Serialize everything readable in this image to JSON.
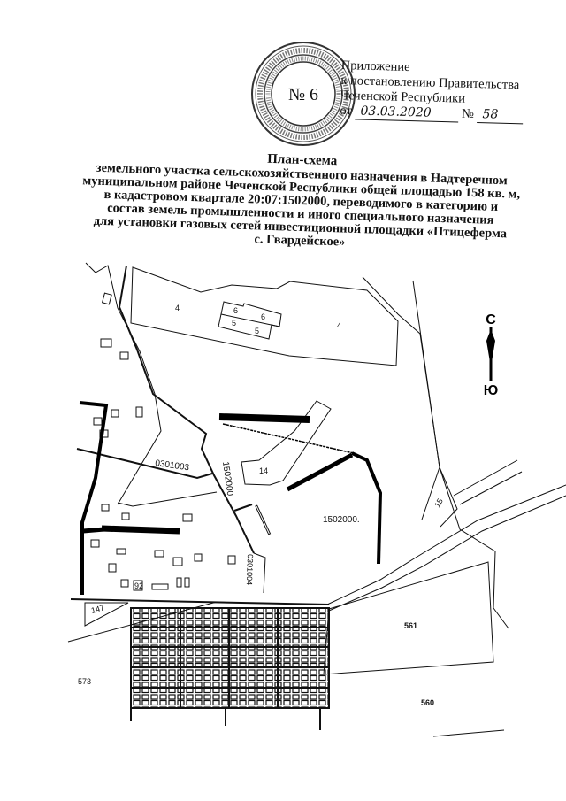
{
  "stamp": {
    "number": "№ 6"
  },
  "appendix": {
    "line1": "Приложение",
    "line2": "к постановлению Правительства",
    "line3": "Чеченской Республики",
    "date_prefix": "от",
    "date": "03.03.2020",
    "number_prefix": "№",
    "number": "58"
  },
  "title": {
    "heading": "План-схема",
    "lines": [
      "земельного участка сельскохозяйственного назначения в Надтеречном",
      "муниципальном районе Чеченской Республики общей площадью 158 кв. м,",
      "в кадастровом квартале 20:07:1502000, переводимого в категорию и",
      "состав земель промышленности и иного специального назначения",
      "для установки газовых сетей инвестиционной площадки «Птицеферма",
      "с. Гвардейское»"
    ]
  },
  "map": {
    "compass": {
      "north": "С",
      "south": "Ю"
    },
    "labels": {
      "parcel_4a": "4",
      "parcel_4b": "4",
      "parcel_6a": "6",
      "parcel_6b": "6",
      "parcel_5a": "5",
      "parcel_5b": "5",
      "parcel_14": "14",
      "parcel_15": "15",
      "quarter_0301003": "0301003",
      "quarter_1502000_vertical": "1502000",
      "quarter_1502000": "1502000.",
      "quarter_0301004": "0301004",
      "parcel_92": "92",
      "parcel_147": "147",
      "parcel_573": "573",
      "parcel_561": "561",
      "parcel_560": "560"
    },
    "line_color": "#111111",
    "background": "#ffffff"
  }
}
